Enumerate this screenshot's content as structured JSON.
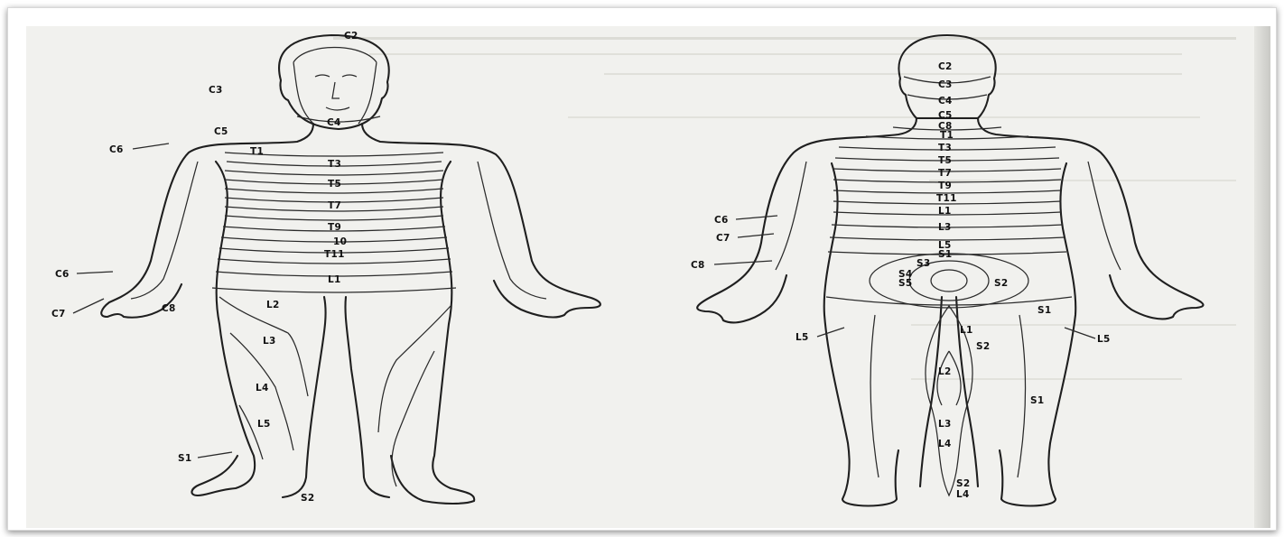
{
  "diagram": {
    "front_labels": {
      "c2": "C2",
      "c3": "C3",
      "c4": "C4",
      "c5": "C5",
      "c6": "C6",
      "t1": "T1",
      "t3": "T3",
      "t5": "T5",
      "t7": "T7",
      "t9": "T9",
      "t10": "10",
      "t11": "T11",
      "l1": "L1",
      "l2": "L2",
      "l3": "L3",
      "l4": "L4",
      "l5": "L5",
      "c6b": "C6",
      "c7": "C7",
      "c8": "C8",
      "s1": "S1",
      "s2": "S2"
    },
    "back_labels": {
      "c2": "C2",
      "c3": "C3",
      "c4": "C4",
      "c5": "C5",
      "c8": "C8",
      "t1": "T1",
      "t3": "T3",
      "t5": "T5",
      "t7": "T7",
      "t9": "T9",
      "t11": "T11",
      "l1": "L1",
      "l3": "L3",
      "l5": "L5",
      "s3": "S3",
      "s1": "S1",
      "s4": "S4",
      "s5": "S5",
      "s2": "S2",
      "c6": "C6",
      "c7": "C7",
      "c8b": "C8",
      "l5_left": "L5",
      "l5_right": "L5",
      "s1_right": "S1",
      "s1_leg": "S1",
      "l1_leg": "L1",
      "s2_leg": "S2",
      "l2_leg": "L2",
      "l3_leg": "L3",
      "l4_leg": "L4",
      "s2_foot": "S2",
      "l4_foot": "L4"
    }
  }
}
